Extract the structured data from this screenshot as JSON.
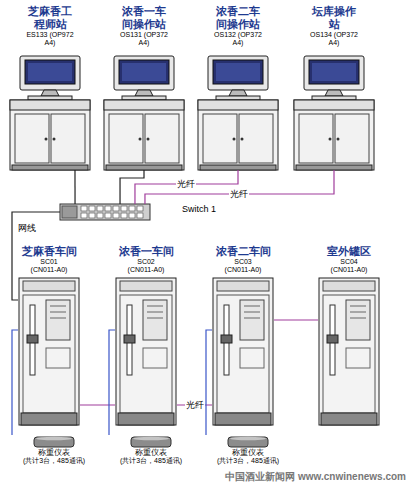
{
  "diagram": {
    "nodes": [
      {
        "text": [
          "芝麻香工程师站",
          "ES133 (OP972 A4)"
        ]
      },
      {
        "text": [
          "浓香一车间操作站",
          "OS131 (OP372 A4)"
        ]
      },
      {
        "text": [
          "浓香二车间操作站",
          "OS132 (OP372 A4)"
        ]
      },
      {
        "text": [
          "坛库操作站",
          "OS134 (OP372 A4)"
        ]
      },
      {
        "text": [
          "Switch 1"
        ]
      },
      {
        "text": [
          "芝麻香车间",
          "SC01",
          "(CN011-A0)"
        ]
      },
      {
        "text": [
          "浓香一车间",
          "SC02",
          "(CN011-A0)"
        ]
      },
      {
        "text": [
          "浓香二车间",
          "SC03",
          "(CN011-A0)"
        ]
      },
      {
        "text": [
          "室外罐区",
          "SC04",
          "(CN011-A0)"
        ]
      },
      {
        "text": [
          "称重仪表",
          "(共计3台，485通讯)"
        ]
      },
      {
        "text": [
          "称重仪表",
          "(共计3台，485通讯)"
        ]
      },
      {
        "text": [
          "称重仪表",
          "(共计3台，485通讯)"
        ]
      }
    ],
    "edges": [
      {
        "from": 0,
        "to": 4,
        "arrow": "none"
      },
      {
        "from": 1,
        "to": 4,
        "arrow": "none"
      },
      {
        "from": 2,
        "to": 4,
        "label": "光纤",
        "arrow": "none"
      },
      {
        "from": 3,
        "to": 4,
        "label": "光纤",
        "arrow": "none"
      },
      {
        "from": 4,
        "to": 5,
        "label": "网线",
        "arrow": "none"
      },
      {
        "from": 5,
        "to": 6,
        "arrow": "none"
      },
      {
        "from": 6,
        "to": 7,
        "label": "光纤",
        "arrow": "none"
      },
      {
        "from": 7,
        "to": 8,
        "arrow": "none"
      },
      {
        "from": 5,
        "to": 9,
        "arrow": "none"
      },
      {
        "from": 6,
        "to": 10,
        "arrow": "none"
      },
      {
        "from": 7,
        "to": 11,
        "arrow": "none"
      }
    ],
    "labels": [
      "中国酒业新闻网 www.cnwinenews.com"
    ]
  }
}
